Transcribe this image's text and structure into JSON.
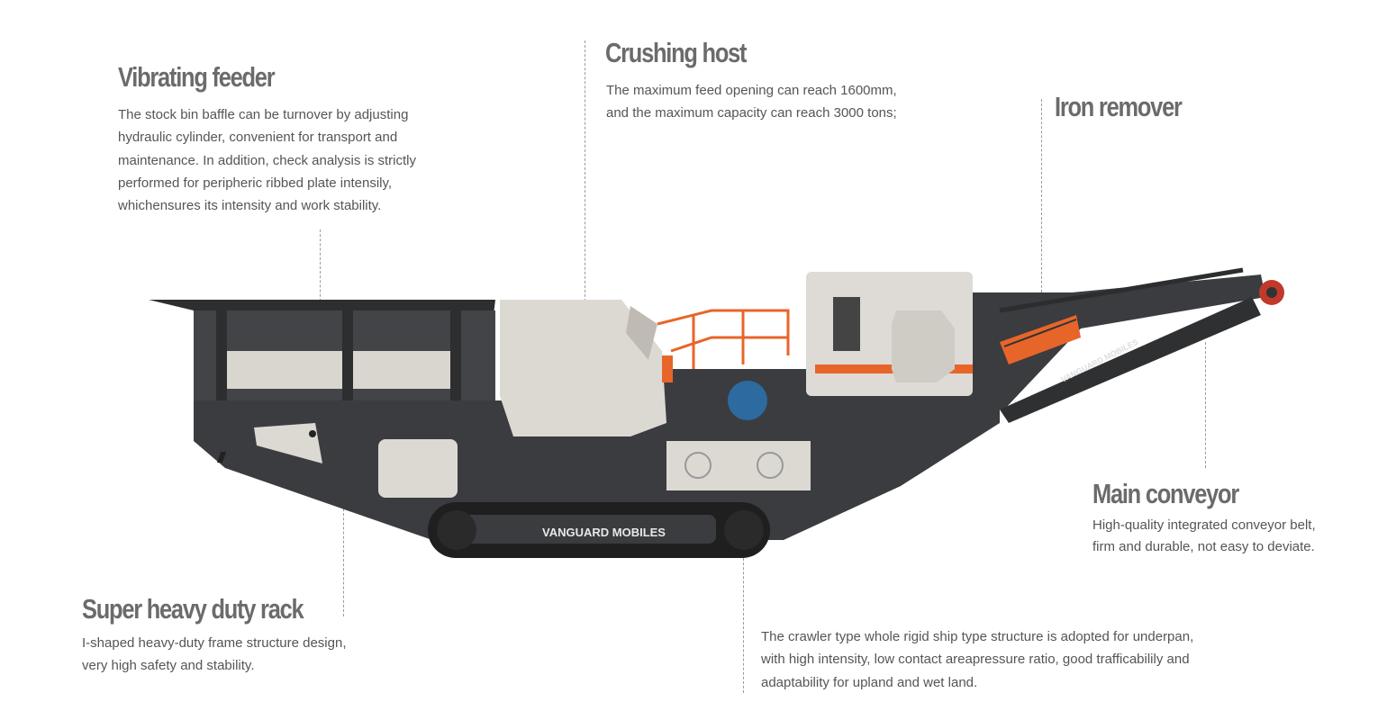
{
  "sections": {
    "vibrating_feeder": {
      "title": "Vibrating feeder",
      "lines": [
        "The stock bin baffle can be turnover by adjusting",
        "hydraulic cylinder, convenient for transport and",
        "maintenance. In addition, check analysis is strictly",
        "performed for peripheric ribbed plate intensily,",
        "whichensures its intensity and work stability."
      ]
    },
    "crushing_host": {
      "title": "Crushing host",
      "lines": [
        "The maximum feed opening can reach 1600mm,",
        "and the maximum capacity can reach 3000 tons;"
      ]
    },
    "iron_remover": {
      "title": "Iron remover"
    },
    "main_conveyor": {
      "title": "Main conveyor",
      "lines": [
        "High-quality integrated conveyor belt,",
        "firm and durable, not easy to deviate."
      ]
    },
    "heavy_rack": {
      "title": "Super heavy duty rack",
      "lines": [
        "I-shaped heavy-duty frame structure design,",
        "very high safety and stability."
      ]
    },
    "crawler": {
      "lines": [
        "The crawler type whole rigid ship type structure is adopted for underpan,",
        "with high intensity, low contact areapressure ratio, good trafficabilily and",
        "adaptability for upland and wet land."
      ]
    }
  },
  "machine": {
    "brand_track": "VANGUARD MOBILES",
    "brand_conveyor": "VANGUARD MOBILES"
  },
  "colors": {
    "body": "#3b3c3f",
    "panel": "#d9d6d0",
    "accent": "#e8652a",
    "title": "#6b6b6b",
    "text": "#555555"
  }
}
